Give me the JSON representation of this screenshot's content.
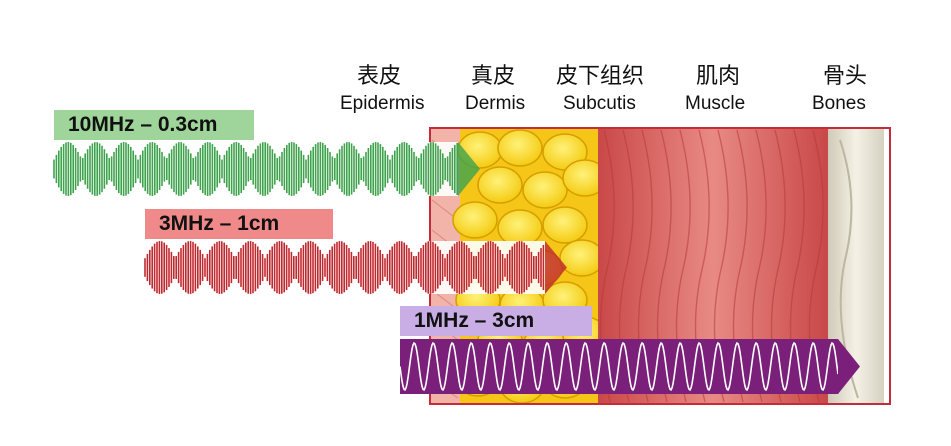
{
  "layers": [
    {
      "cn": "表皮",
      "en": "Epidermis"
    },
    {
      "cn": "真皮",
      "en": "Dermis"
    },
    {
      "cn": "皮下组织",
      "en": "Subcutis"
    },
    {
      "cn": "肌肉",
      "en": "Muscle"
    },
    {
      "cn": "骨头",
      "en": "Bones"
    }
  ],
  "waves": [
    {
      "label": "10MHz – 0.3cm",
      "color": "#3fa34d",
      "tag_color": "#9fd49a"
    },
    {
      "label": "3MHz – 1cm",
      "color": "#c0282e",
      "tag_color": "#f08a8a"
    },
    {
      "label": "1MHz – 3cm",
      "color": "#7a1f7a",
      "tag_color": "#c9aee6"
    }
  ]
}
